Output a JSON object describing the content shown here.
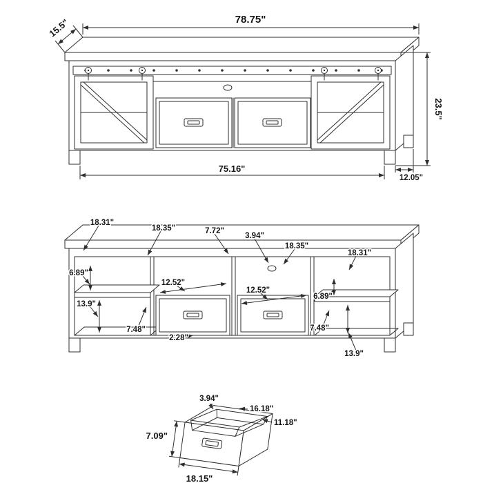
{
  "diagram": {
    "background": "#ffffff",
    "line_color": "#2e2e2e"
  },
  "assembled_view": {
    "dims": {
      "depth": "15.5\"",
      "width": "78.75\"",
      "height": "23.5\"",
      "inner_width": "75.16\"",
      "side_depth": "12.05\""
    }
  },
  "open_view": {
    "dims": {
      "left_outer": "18.31\"",
      "left_inner": "18.35\"",
      "center": "7.72\"",
      "hole_offset": "3.94\"",
      "right_inner": "18.35\"",
      "right_outer": "18.31\"",
      "left_upper_height": "6.89\"",
      "drawer_left_width": "12.52\"",
      "drawer_right_width": "12.52\"",
      "right_upper_height": "6.89\"",
      "left_lower_height": "13.9\"",
      "left_shelf_depth": "7.48\"",
      "base_height": "2.28\"",
      "right_shelf_depth": "7.48\"",
      "right_lower_height": "13.9\""
    }
  },
  "drawer_view": {
    "dims": {
      "back_height": "3.94\"",
      "inner_width": "16.18\"",
      "inner_depth": "11.18\"",
      "front_height": "7.09\"",
      "front_width": "18.15\""
    }
  }
}
